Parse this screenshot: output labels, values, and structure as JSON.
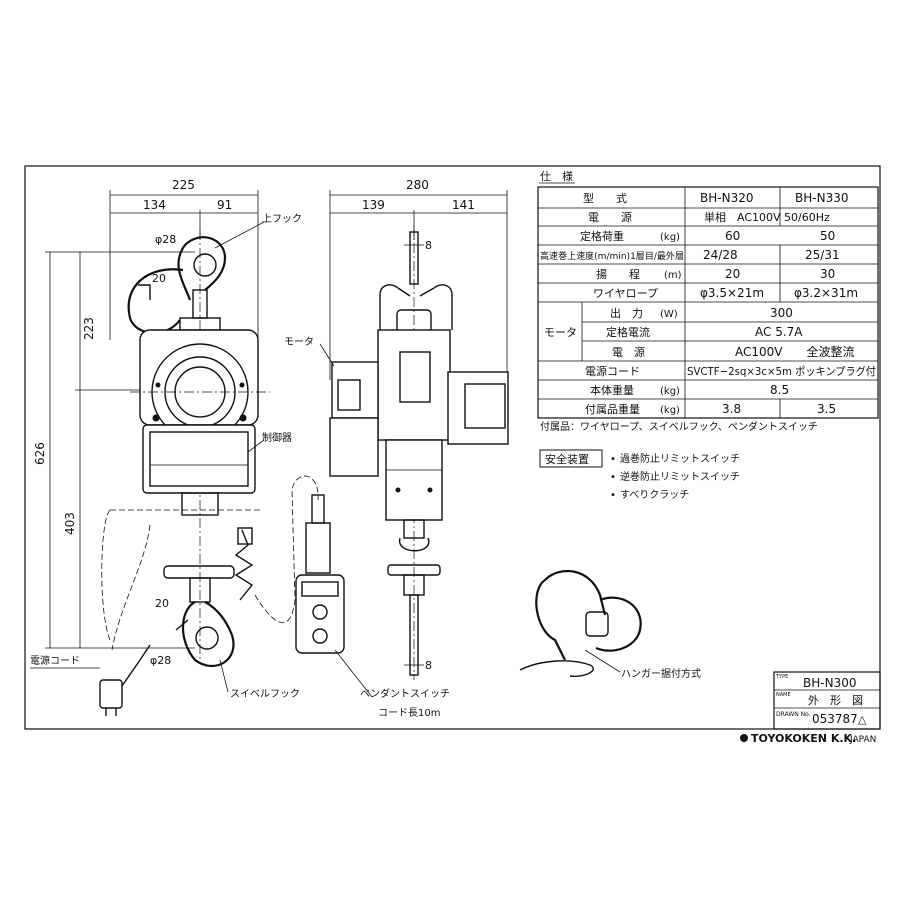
{
  "dimensions": {
    "front_total_width": "225",
    "front_left_width": "134",
    "front_right_width": "91",
    "side_total_width": "280",
    "side_left_width": "139",
    "side_right_width": "141",
    "hook_top_to_center": "223",
    "overall_height": "626",
    "center_to_hook_bottom": "403",
    "top_hook_dia": "φ28",
    "top_hook_opening": "20",
    "bottom_hook_opening": "20",
    "bottom_hook_dia": "φ28",
    "top_hook_thickness": "8",
    "bottom_hook_thickness": "8"
  },
  "callouts": {
    "upper_hook": "上フック",
    "motor": "モータ",
    "controller": "制御器",
    "power_cord": "電源コード",
    "swivel_hook": "スイベルフック",
    "pendant_switch": "ペンダントスイッチ",
    "cord_length": "コード長10m",
    "hanger_mount": "ハンガー据付方式"
  },
  "spec_table": {
    "title": "仕　様",
    "header": {
      "label": "型　　式",
      "col1": "BH-N320",
      "col2": "BH-N330"
    },
    "rows": [
      {
        "label": "電　　源",
        "unit": "",
        "merged": "単相　AC100V 50/60Hz"
      },
      {
        "label": "定格荷重",
        "unit": "(kg)",
        "col1": "60",
        "col2": "50"
      },
      {
        "label": "高速巻上速度(m/min)1層目/最外層",
        "unit": "",
        "col1": "24/28",
        "col2": "25/31"
      },
      {
        "label": "揚　　程",
        "unit": "(m)",
        "col1": "20",
        "col2": "30"
      },
      {
        "label": "ワイヤロープ",
        "unit": "",
        "col1": "φ3.5×21m",
        "col2": "φ3.2×31m"
      },
      {
        "group": "モータ",
        "label": "出　力",
        "unit": "(W)",
        "merged": "300"
      },
      {
        "group": "モータ",
        "label": "定格電流",
        "unit": "",
        "merged": "AC  5.7A"
      },
      {
        "group": "モータ",
        "label": "電　源",
        "unit": "",
        "merged": "AC100V　　全波整流"
      },
      {
        "label": "電源コード",
        "unit": "",
        "merged": "SVCTF−2sq×3c×5m ポッキンプラグ付"
      },
      {
        "label": "本体重量",
        "unit": "(kg)",
        "merged": "8.5"
      },
      {
        "label": "付属品重量",
        "unit": "(kg)",
        "col1": "3.8",
        "col2": "3.5"
      }
    ],
    "accessories": "付属品：ワイヤロープ、スイベルフック、ペンダントスイッチ"
  },
  "safety": {
    "title": "安全装置",
    "items": [
      "過巻防止リミットスイッチ",
      "逆巻防止リミットスイッチ",
      "すべりクラッチ"
    ]
  },
  "title_block": {
    "type_label": "TYPE",
    "type_value": "BH-N300",
    "name_label": "NAME",
    "name_value": "外　形　図",
    "drawn_label": "DRAWN No.",
    "drawn_value": "053787",
    "revision_mark": "△"
  },
  "company": "TOYOKOKEN K.K.",
  "company_suffix": "JAPAN"
}
